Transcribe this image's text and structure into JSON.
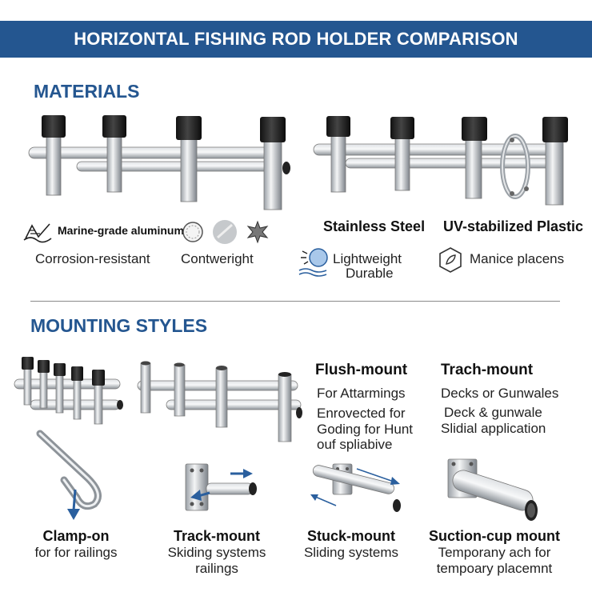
{
  "header": {
    "title": "HORIZONTAL FISHING ROD HOLDER COMPARISON"
  },
  "materials": {
    "title": "MATERIALS",
    "aluminum": {
      "label": "Marine-grade aluminum",
      "feature1": "Corrosion-resistant",
      "feature2": "Contweright"
    },
    "stainless": {
      "label": "Stainless Steel",
      "feature1": "Lightweight",
      "feature2": "Durable"
    },
    "plastic": {
      "label": "UV-stabilized Plastic",
      "feature1": "Manice placens"
    }
  },
  "mounting": {
    "title": "MOUNTING STYLES",
    "flush": {
      "label": "Flush-mount",
      "line1": "For Attarmings",
      "line2": "Enrovected for",
      "line3": "Goding for Hunt",
      "line4": "ouf spliabive"
    },
    "track_top": {
      "label": "Trach-mount",
      "line1": "Decks or Gunwales",
      "line2": "Deck & gunwale",
      "line3": "Slidial application"
    },
    "clamp": {
      "label": "Clamp-on",
      "line1": "for for railings"
    },
    "track": {
      "label": "Track-mount",
      "line1": "Skiding systems",
      "line2": "railings"
    },
    "stuck": {
      "label": "Stuck-mount",
      "line1": "Sliding systems"
    },
    "suction": {
      "label": "Suction-cup mount",
      "line1": "Temporany ach for",
      "line2": "tempoary placemnt"
    }
  },
  "colors": {
    "banner": "#245690",
    "accent": "#245690",
    "arrow": "#2a5f9e"
  }
}
